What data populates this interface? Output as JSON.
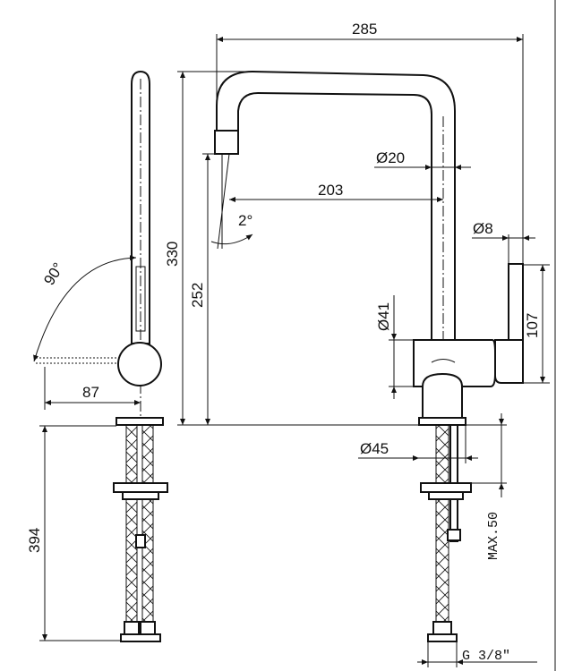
{
  "dimensions": {
    "overall_width": "285",
    "spout_reach": "203",
    "height_total": "330",
    "height_spout": "252",
    "spout_diameter": "Ø20",
    "spout_angle": "2°",
    "handle_diameter": "Ø8",
    "handle_height": "107",
    "body_diameter": "Ø41",
    "base_diameter": "Ø45",
    "max_thickness": "MAX.50",
    "lever_angle": "90°",
    "lever_offset": "87",
    "hose_length": "394",
    "thread": "G 3/8\""
  }
}
